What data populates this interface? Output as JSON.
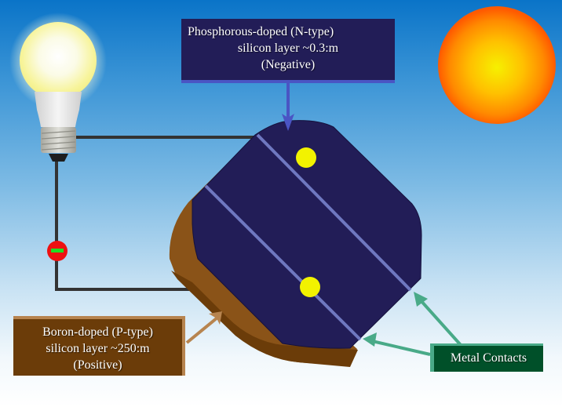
{
  "title": "Solar cell powering a light bulb",
  "labels": {
    "n_type": {
      "line1": "Phosphorous-doped (N-type)",
      "line2": "silicon layer ~0.3:m",
      "line3": "(Negative)"
    },
    "p_type": {
      "line1": "Boron-doped (P-type)",
      "line2": "silicon layer ~250:m",
      "line3": "(Positive)"
    },
    "metal_contacts": "Metal Contacts"
  },
  "colors": {
    "n_layer": "#221d57",
    "p_layer": "#7a4a12",
    "contact_lines": "#6f78c0",
    "contact_dots": "#f2f200",
    "n_arrow": "#4a55c4",
    "p_arrow": "#b7844f",
    "metal_arrow": "#49aa88",
    "wire": "#333333",
    "electron_badge": "#ee1111",
    "electron_bar": "#22dd22"
  },
  "icons": [
    "light-bulb-icon",
    "sun-icon",
    "electron-minus-icon"
  ]
}
